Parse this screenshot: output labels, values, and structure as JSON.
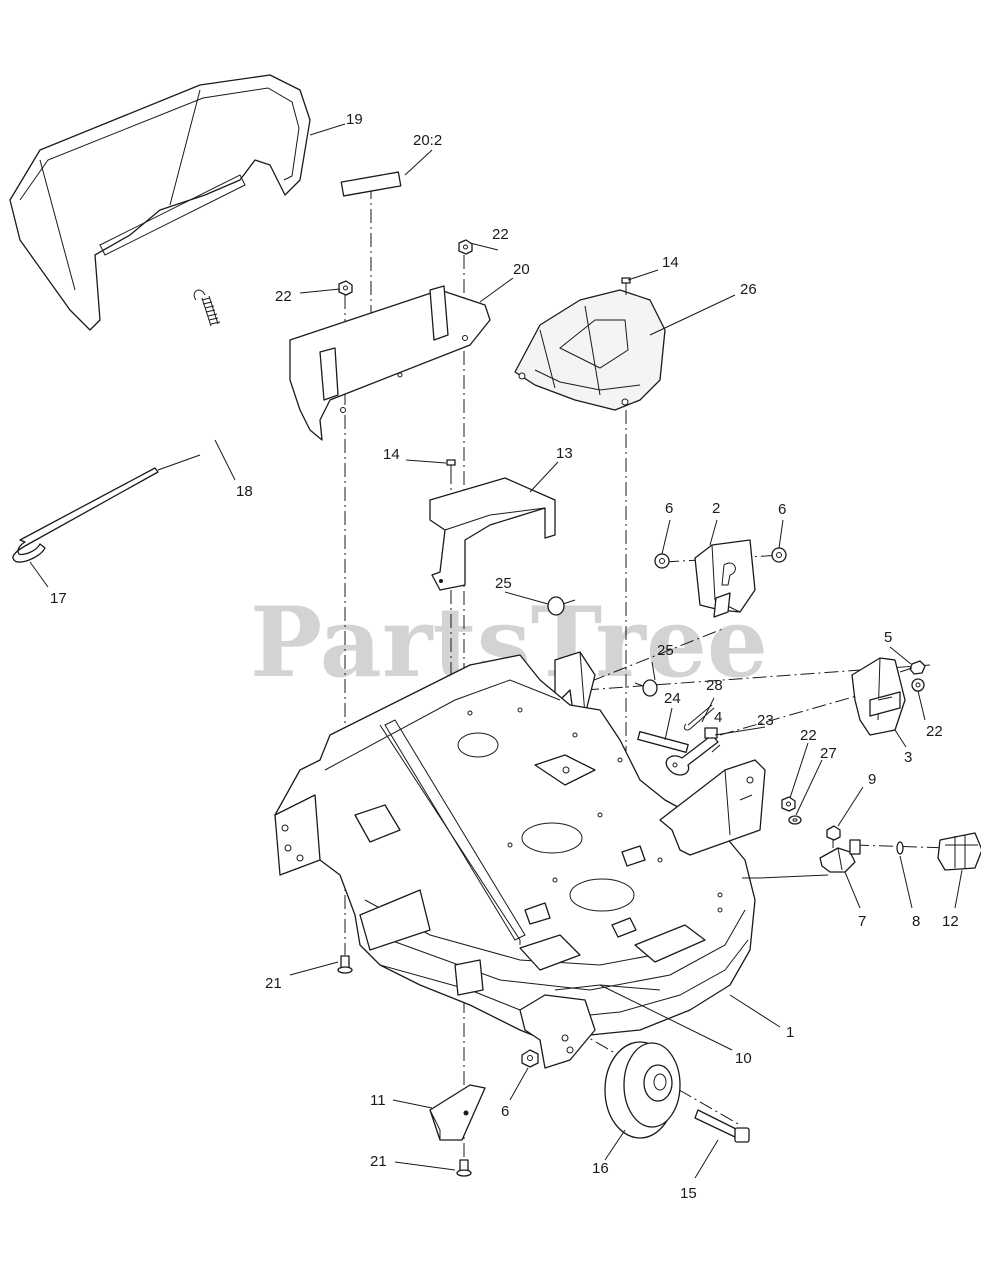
{
  "watermark": "PartsTree",
  "callouts": {
    "c1": "1",
    "c2": "2",
    "c3": "3",
    "c4": "4",
    "c5": "5",
    "c6a": "6",
    "c6b": "6",
    "c6c": "6",
    "c7": "7",
    "c8": "8",
    "c9": "9",
    "c10": "10",
    "c11": "11",
    "c12": "12",
    "c13": "13",
    "c14a": "14",
    "c14b": "14",
    "c15": "15",
    "c16": "16",
    "c17": "17",
    "c18": "18",
    "c19": "19",
    "c20": "20",
    "c20_2": "20:2",
    "c21a": "21",
    "c21b": "21",
    "c22a": "22",
    "c22b": "22",
    "c22c": "22",
    "c22d": "22",
    "c23": "23",
    "c24": "24",
    "c25a": "25",
    "c25b": "25",
    "c26": "26",
    "c27": "27",
    "c28": "28"
  }
}
